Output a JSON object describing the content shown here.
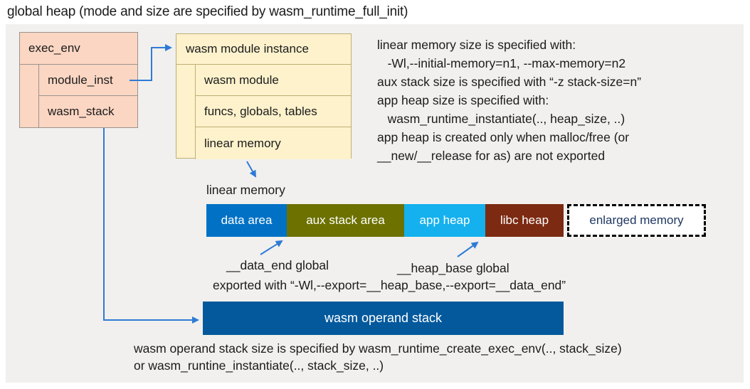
{
  "title": "global heap (mode and size are specified by wasm_runtime_full_init)",
  "exec_env_box": {
    "header": "exec_env",
    "rows": [
      "module_inst",
      "wasm_stack"
    ]
  },
  "module_instance_box": {
    "header": "wasm module instance",
    "rows": [
      "wasm module",
      "funcs, globals, tables",
      "linear memory"
    ]
  },
  "notes": {
    "lines": [
      "linear memory size is specified with:",
      "   -Wl,--initial-memory=n1, --max-memory=n2",
      "aux stack size is specified with “-z stack-size=n”",
      "app heap size is specified with:",
      "   wasm_runtime_instantiate(.., heap_size, ..)",
      "app heap is created only when malloc/free (or",
      "__new/__release for as) are not exported"
    ]
  },
  "linear_memory": {
    "label": "linear memory",
    "segments": [
      {
        "label": "data area",
        "color": "#0071c5"
      },
      {
        "label": "aux stack area",
        "color": "#6c7100"
      },
      {
        "label": "app heap",
        "color": "#14b1ee"
      },
      {
        "label": "libc heap",
        "color": "#7c2a12"
      },
      {
        "label": "enlarged memory",
        "color": "#ffffff",
        "text_color": "#1f3864",
        "border": "dashed"
      }
    ]
  },
  "globals_labels": {
    "data_end": "__data_end global",
    "heap_base": "__heap_base global",
    "exported": "exported with “-Wl,--export=__heap_base,--export=__data_end”"
  },
  "operand_stack": {
    "label": "wasm operand stack",
    "note_line1": "wasm operand stack size is specified by wasm_runtime_create_exec_env(.., stack_size)",
    "note_line2": "or wasm_runtine_instantiate(.., stack_size, ..)"
  },
  "colors": {
    "panel_background": "#f1f0ee",
    "exec_env_fill": "#fbd6c3",
    "module_instance_fill": "#fdf2cc",
    "arrow_blue": "#2e7bd6",
    "operand_stack_fill": "#03599c",
    "enlarged_memory_text": "#1f3864"
  }
}
